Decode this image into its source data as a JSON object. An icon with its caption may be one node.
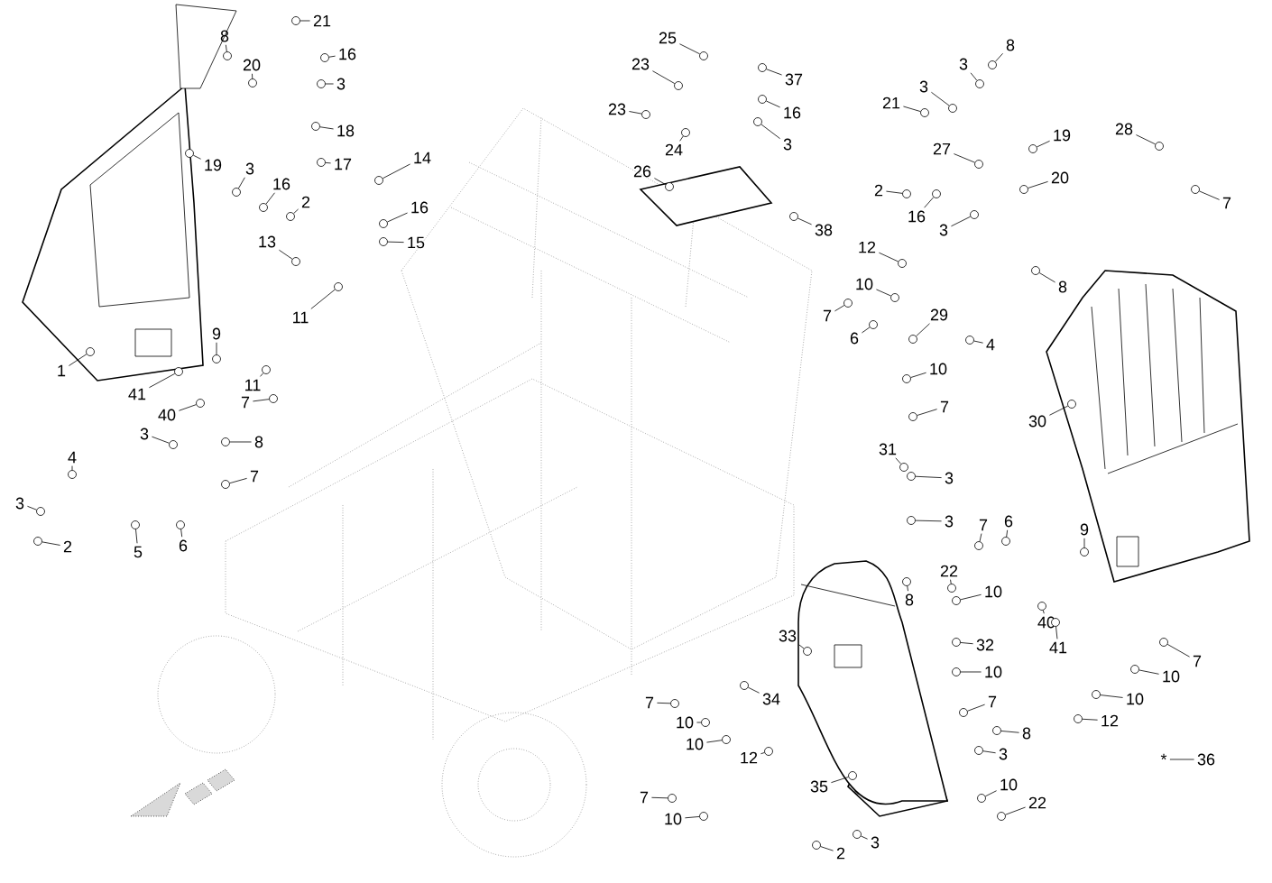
{
  "diagram": {
    "nodes": [
      {
        "text": [
          "1"
        ]
      },
      {
        "text": [
          "41"
        ]
      },
      {
        "text": [
          "40"
        ]
      },
      {
        "text": [
          "9"
        ]
      },
      {
        "text": [
          "11"
        ]
      },
      {
        "text": [
          "11"
        ]
      },
      {
        "text": [
          "7"
        ]
      },
      {
        "text": [
          "13"
        ]
      },
      {
        "text": [
          "21"
        ]
      },
      {
        "text": [
          "16"
        ]
      },
      {
        "text": [
          "3"
        ]
      },
      {
        "text": [
          "18"
        ]
      },
      {
        "text": [
          "17"
        ]
      },
      {
        "text": [
          "8"
        ]
      },
      {
        "text": [
          "20"
        ]
      },
      {
        "text": [
          "19"
        ]
      },
      {
        "text": [
          "3"
        ]
      },
      {
        "text": [
          "16"
        ]
      },
      {
        "text": [
          "2"
        ]
      },
      {
        "text": [
          "14"
        ]
      },
      {
        "text": [
          "16"
        ]
      },
      {
        "text": [
          "15"
        ]
      },
      {
        "text": [
          "3"
        ]
      },
      {
        "text": [
          "8"
        ]
      },
      {
        "text": [
          "4"
        ]
      },
      {
        "text": [
          "7"
        ]
      },
      {
        "text": [
          "3"
        ]
      },
      {
        "text": [
          "2"
        ]
      },
      {
        "text": [
          "5"
        ]
      },
      {
        "text": [
          "6"
        ]
      },
      {
        "text": [
          "25"
        ]
      },
      {
        "text": [
          "23"
        ]
      },
      {
        "text": [
          "23"
        ]
      },
      {
        "text": [
          "37"
        ]
      },
      {
        "text": [
          "16"
        ]
      },
      {
        "text": [
          "3"
        ]
      },
      {
        "text": [
          "24"
        ]
      },
      {
        "text": [
          "26"
        ]
      },
      {
        "text": [
          "38"
        ]
      },
      {
        "text": [
          "8"
        ]
      },
      {
        "text": [
          "3"
        ]
      },
      {
        "text": [
          "3"
        ]
      },
      {
        "text": [
          "21"
        ]
      },
      {
        "text": [
          "27"
        ]
      },
      {
        "text": [
          "19"
        ]
      },
      {
        "text": [
          "20"
        ]
      },
      {
        "text": [
          "28"
        ]
      },
      {
        "text": [
          "7"
        ]
      },
      {
        "text": [
          "2"
        ]
      },
      {
        "text": [
          "16"
        ]
      },
      {
        "text": [
          "3"
        ]
      },
      {
        "text": [
          "8"
        ]
      },
      {
        "text": [
          "12"
        ]
      },
      {
        "text": [
          "10"
        ]
      },
      {
        "text": [
          "7"
        ]
      },
      {
        "text": [
          "6"
        ]
      },
      {
        "text": [
          "29"
        ]
      },
      {
        "text": [
          "4"
        ]
      },
      {
        "text": [
          "10"
        ]
      },
      {
        "text": [
          "7"
        ]
      },
      {
        "text": [
          "30"
        ]
      },
      {
        "text": [
          "31"
        ]
      },
      {
        "text": [
          "3"
        ]
      },
      {
        "text": [
          "3"
        ]
      },
      {
        "text": [
          "8"
        ]
      },
      {
        "text": [
          "22"
        ]
      },
      {
        "text": [
          "7"
        ]
      },
      {
        "text": [
          "6"
        ]
      },
      {
        "text": [
          "9"
        ]
      },
      {
        "text": [
          "10"
        ]
      },
      {
        "text": [
          "32"
        ]
      },
      {
        "text": [
          "40"
        ]
      },
      {
        "text": [
          "41"
        ]
      },
      {
        "text": [
          "7"
        ]
      },
      {
        "text": [
          "10"
        ]
      },
      {
        "text": [
          "10"
        ]
      },
      {
        "text": [
          "12"
        ]
      },
      {
        "text": [
          "33"
        ]
      },
      {
        "text": [
          "34"
        ]
      },
      {
        "text": [
          "7"
        ]
      },
      {
        "text": [
          "10"
        ]
      },
      {
        "text": [
          "10"
        ]
      },
      {
        "text": [
          "12"
        ]
      },
      {
        "text": [
          "10"
        ]
      },
      {
        "text": [
          "7"
        ]
      },
      {
        "text": [
          "8"
        ]
      },
      {
        "text": [
          "3"
        ]
      },
      {
        "text": [
          "36"
        ]
      },
      {
        "text": [
          "7"
        ]
      },
      {
        "text": [
          "10"
        ]
      },
      {
        "text": [
          "35"
        ]
      },
      {
        "text": [
          "10"
        ]
      },
      {
        "text": [
          "22"
        ]
      },
      {
        "text": [
          "2"
        ]
      },
      {
        "text": [
          "3"
        ]
      },
      {
        "text": [
          "*"
        ]
      },
      {
        "text": [],
        "shape": "circle"
      },
      {
        "text": [],
        "shape": "circle"
      },
      {
        "text": [],
        "shape": "circle"
      },
      {
        "text": [],
        "shape": "circle"
      },
      {
        "text": [],
        "shape": "circle"
      },
      {
        "text": [],
        "shape": "circle"
      },
      {
        "text": [],
        "shape": "circle"
      },
      {
        "text": [],
        "shape": "circle"
      },
      {
        "text": [],
        "shape": "circle"
      },
      {
        "text": [],
        "shape": "circle"
      },
      {
        "text": [],
        "shape": "circle"
      },
      {
        "text": [],
        "shape": "circle"
      },
      {
        "text": [],
        "shape": "circle"
      },
      {
        "text": [],
        "shape": "circle"
      },
      {
        "text": [],
        "shape": "circle"
      },
      {
        "text": [],
        "shape": "circle"
      },
      {
        "text": [],
        "shape": "circle"
      },
      {
        "text": [],
        "shape": "circle"
      },
      {
        "text": [],
        "shape": "circle"
      },
      {
        "text": [],
        "shape": "circle"
      },
      {
        "text": [],
        "shape": "circle"
      },
      {
        "text": [],
        "shape": "circle"
      },
      {
        "text": [],
        "shape": "circle"
      },
      {
        "text": [],
        "shape": "circle"
      },
      {
        "text": [],
        "shape": "circle"
      },
      {
        "text": [],
        "shape": "circle"
      },
      {
        "text": [],
        "shape": "circle"
      },
      {
        "text": [],
        "shape": "circle"
      },
      {
        "text": [],
        "shape": "circle"
      },
      {
        "text": [],
        "shape": "circle"
      },
      {
        "text": [],
        "shape": "circle"
      },
      {
        "text": [],
        "shape": "circle"
      },
      {
        "text": [],
        "shape": "circle"
      },
      {
        "text": [],
        "shape": "circle"
      },
      {
        "text": [],
        "shape": "circle"
      },
      {
        "text": [],
        "shape": "circle"
      },
      {
        "text": [],
        "shape": "circle"
      },
      {
        "text": [],
        "shape": "circle"
      },
      {
        "text": [],
        "shape": "circle"
      },
      {
        "text": [],
        "shape": "circle"
      },
      {
        "text": [],
        "shape": "circle"
      },
      {
        "text": [],
        "shape": "circle"
      },
      {
        "text": [],
        "shape": "circle"
      },
      {
        "text": [],
        "shape": "circle"
      },
      {
        "text": [],
        "shape": "circle"
      },
      {
        "text": [],
        "shape": "circle"
      },
      {
        "text": [],
        "shape": "circle"
      },
      {
        "text": [],
        "shape": "circle"
      },
      {
        "text": [],
        "shape": "circle"
      },
      {
        "text": [],
        "shape": "circle"
      },
      {
        "text": [],
        "shape": "circle"
      },
      {
        "text": [],
        "shape": "circle"
      },
      {
        "text": [],
        "shape": "circle"
      },
      {
        "text": [],
        "shape": "circle"
      },
      {
        "text": [],
        "shape": "circle"
      },
      {
        "text": [],
        "shape": "circle"
      },
      {
        "text": [],
        "shape": "circle"
      },
      {
        "text": [],
        "shape": "circle"
      },
      {
        "text": [],
        "shape": "circle"
      },
      {
        "text": [],
        "shape": "circle"
      },
      {
        "text": [],
        "shape": "circle"
      },
      {
        "text": [],
        "shape": "circle"
      },
      {
        "text": [],
        "shape": "circle"
      },
      {
        "text": [],
        "shape": "circle"
      },
      {
        "text": [],
        "shape": "circle"
      },
      {
        "text": [],
        "shape": "circle"
      },
      {
        "text": [],
        "shape": "circle"
      },
      {
        "text": [],
        "shape": "circle"
      },
      {
        "text": [],
        "shape": "circle"
      },
      {
        "text": [],
        "shape": "circle"
      },
      {
        "text": [],
        "shape": "circle"
      },
      {
        "text": [],
        "shape": "circle"
      },
      {
        "text": [],
        "shape": "circle"
      },
      {
        "text": [],
        "shape": "circle"
      },
      {
        "text": [],
        "shape": "circle"
      },
      {
        "text": [],
        "shape": "circle"
      },
      {
        "text": [],
        "shape": "circle"
      },
      {
        "text": [],
        "shape": "circle"
      },
      {
        "text": [],
        "shape": "circle"
      },
      {
        "text": [],
        "shape": "circle"
      },
      {
        "text": [],
        "shape": "circle"
      },
      {
        "text": [],
        "shape": "circle"
      },
      {
        "text": [],
        "shape": "circle"
      },
      {
        "text": [],
        "shape": "circle"
      },
      {
        "text": [],
        "shape": "circle"
      },
      {
        "text": [],
        "shape": "circle"
      },
      {
        "text": [],
        "shape": "circle"
      },
      {
        "text": [],
        "shape": "circle"
      },
      {
        "text": [],
        "shape": "circle"
      },
      {
        "text": [],
        "shape": "circle"
      },
      {
        "text": [],
        "shape": "circle"
      },
      {
        "text": [],
        "shape": "circle"
      },
      {
        "text": [],
        "shape": "circle"
      },
      {
        "text": [],
        "shape": "circle"
      }
    ],
    "edges": [
      {
        "from": 0,
        "to": 96,
        "arrow": "none"
      },
      {
        "from": 1,
        "to": 97,
        "arrow": "none"
      },
      {
        "from": 2,
        "to": 98,
        "arrow": "none"
      },
      {
        "from": 3,
        "to": 99,
        "arrow": "none"
      },
      {
        "from": 4,
        "to": 100,
        "arrow": "none"
      },
      {
        "from": 5,
        "to": 101,
        "arrow": "none"
      },
      {
        "from": 6,
        "to": 102,
        "arrow": "none"
      },
      {
        "from": 7,
        "to": 103,
        "arrow": "none"
      },
      {
        "from": 8,
        "to": 104,
        "arrow": "none"
      },
      {
        "from": 9,
        "to": 105,
        "arrow": "none"
      },
      {
        "from": 10,
        "to": 106,
        "arrow": "none"
      },
      {
        "from": 11,
        "to": 107,
        "arrow": "none"
      },
      {
        "from": 12,
        "to": 108,
        "arrow": "none"
      },
      {
        "from": 13,
        "to": 109,
        "arrow": "none"
      },
      {
        "from": 14,
        "to": 110,
        "arrow": "none"
      },
      {
        "from": 15,
        "to": 111,
        "arrow": "none"
      },
      {
        "from": 16,
        "to": 112,
        "arrow": "none"
      },
      {
        "from": 17,
        "to": 113,
        "arrow": "none"
      },
      {
        "from": 18,
        "to": 114,
        "arrow": "none"
      },
      {
        "from": 19,
        "to": 115,
        "arrow": "none"
      },
      {
        "from": 20,
        "to": 116,
        "arrow": "none"
      },
      {
        "from": 21,
        "to": 117,
        "arrow": "none"
      },
      {
        "from": 22,
        "to": 118,
        "arrow": "none"
      },
      {
        "from": 23,
        "to": 119,
        "arrow": "none"
      },
      {
        "from": 24,
        "to": 120,
        "arrow": "none"
      },
      {
        "from": 25,
        "to": 121,
        "arrow": "none"
      },
      {
        "from": 26,
        "to": 122,
        "arrow": "none"
      },
      {
        "from": 27,
        "to": 123,
        "arrow": "none"
      },
      {
        "from": 28,
        "to": 124,
        "arrow": "none"
      },
      {
        "from": 29,
        "to": 125,
        "arrow": "none"
      },
      {
        "from": 30,
        "to": 126,
        "arrow": "none"
      },
      {
        "from": 31,
        "to": 127,
        "arrow": "none"
      },
      {
        "from": 32,
        "to": 128,
        "arrow": "none"
      },
      {
        "from": 33,
        "to": 129,
        "arrow": "none"
      },
      {
        "from": 34,
        "to": 130,
        "arrow": "none"
      },
      {
        "from": 35,
        "to": 131,
        "arrow": "none"
      },
      {
        "from": 36,
        "to": 132,
        "arrow": "none"
      },
      {
        "from": 37,
        "to": 133,
        "arrow": "none"
      },
      {
        "from": 38,
        "to": 134,
        "arrow": "none"
      },
      {
        "from": 39,
        "to": 135,
        "arrow": "none"
      },
      {
        "from": 40,
        "to": 136,
        "arrow": "none"
      },
      {
        "from": 41,
        "to": 137,
        "arrow": "none"
      },
      {
        "from": 42,
        "to": 138,
        "arrow": "none"
      },
      {
        "from": 43,
        "to": 139,
        "arrow": "none"
      },
      {
        "from": 44,
        "to": 140,
        "arrow": "none"
      },
      {
        "from": 45,
        "to": 141,
        "arrow": "none"
      },
      {
        "from": 46,
        "to": 142,
        "arrow": "none"
      },
      {
        "from": 47,
        "to": 143,
        "arrow": "none"
      },
      {
        "from": 48,
        "to": 144,
        "arrow": "none"
      },
      {
        "from": 49,
        "to": 145,
        "arrow": "none"
      },
      {
        "from": 50,
        "to": 146,
        "arrow": "none"
      },
      {
        "from": 51,
        "to": 147,
        "arrow": "none"
      },
      {
        "from": 52,
        "to": 148,
        "arrow": "none"
      },
      {
        "from": 53,
        "to": 149,
        "arrow": "none"
      },
      {
        "from": 54,
        "to": 150,
        "arrow": "none"
      },
      {
        "from": 55,
        "to": 151,
        "arrow": "none"
      },
      {
        "from": 56,
        "to": 152,
        "arrow": "none"
      },
      {
        "from": 57,
        "to": 153,
        "arrow": "none"
      },
      {
        "from": 58,
        "to": 154,
        "arrow": "none"
      },
      {
        "from": 59,
        "to": 155,
        "arrow": "none"
      },
      {
        "from": 60,
        "to": 156,
        "arrow": "none"
      },
      {
        "from": 61,
        "to": 157,
        "arrow": "none"
      },
      {
        "from": 62,
        "to": 158,
        "arrow": "none"
      },
      {
        "from": 63,
        "to": 159,
        "arrow": "none"
      },
      {
        "from": 64,
        "to": 160,
        "arrow": "none"
      },
      {
        "from": 65,
        "to": 161,
        "arrow": "none"
      },
      {
        "from": 66,
        "to": 162,
        "arrow": "none"
      },
      {
        "from": 67,
        "to": 163,
        "arrow": "none"
      },
      {
        "from": 68,
        "to": 164,
        "arrow": "none"
      },
      {
        "from": 69,
        "to": 165,
        "arrow": "none"
      },
      {
        "from": 70,
        "to": 166,
        "arrow": "none"
      },
      {
        "from": 71,
        "to": 167,
        "arrow": "none"
      },
      {
        "from": 72,
        "to": 168,
        "arrow": "none"
      },
      {
        "from": 73,
        "to": 169,
        "arrow": "none"
      },
      {
        "from": 74,
        "to": 170,
        "arrow": "none"
      },
      {
        "from": 75,
        "to": 171,
        "arrow": "none"
      },
      {
        "from": 76,
        "to": 172,
        "arrow": "none"
      },
      {
        "from": 77,
        "to": 173,
        "arrow": "none"
      },
      {
        "from": 78,
        "to": 174,
        "arrow": "none"
      },
      {
        "from": 79,
        "to": 175,
        "arrow": "none"
      },
      {
        "from": 80,
        "to": 176,
        "arrow": "none"
      },
      {
        "from": 81,
        "to": 177,
        "arrow": "none"
      },
      {
        "from": 82,
        "to": 178,
        "arrow": "none"
      },
      {
        "from": 83,
        "to": 179,
        "arrow": "none"
      },
      {
        "from": 84,
        "to": 180,
        "arrow": "none"
      },
      {
        "from": 85,
        "to": 181,
        "arrow": "none"
      },
      {
        "from": 86,
        "to": 182,
        "arrow": "none"
      },
      {
        "from": 87,
        "to": 95,
        "arrow": "none"
      },
      {
        "from": 88,
        "to": 183,
        "arrow": "none"
      },
      {
        "from": 89,
        "to": 184,
        "arrow": "none"
      },
      {
        "from": 90,
        "to": 185,
        "arrow": "none"
      },
      {
        "from": 91,
        "to": 186,
        "arrow": "none"
      },
      {
        "from": 92,
        "to": 187,
        "arrow": "none"
      },
      {
        "from": 93,
        "to": 188,
        "arrow": "none"
      },
      {
        "from": 94,
        "to": 189,
        "arrow": "none"
      }
    ]
  }
}
